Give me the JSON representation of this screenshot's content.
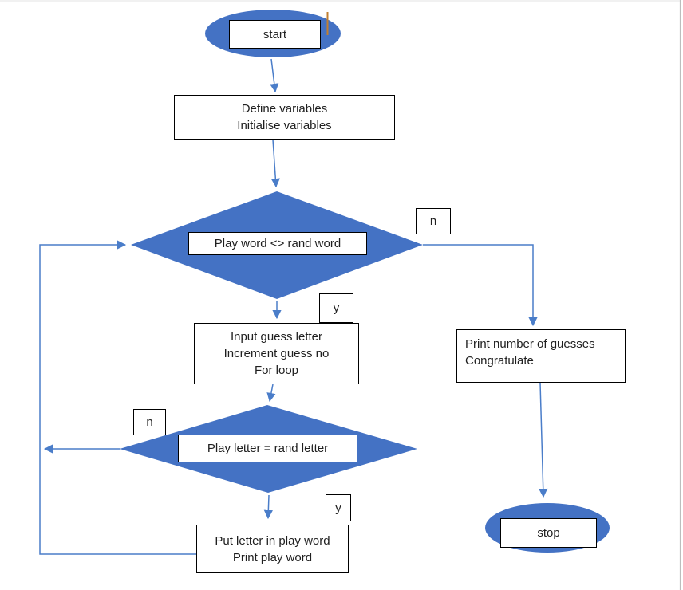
{
  "colors": {
    "shape_fill": "#4472C4",
    "connector": "#4a7dc9",
    "node_border": "#000000",
    "text": "#1f1f1f",
    "cursor": "#c17f31",
    "page_edge": "#bdbdbd",
    "page_edge_top": "#e3e3e3"
  },
  "nodes": {
    "start": {
      "label": "start"
    },
    "define": {
      "lines": [
        "Define variables",
        "Initialise variables"
      ]
    },
    "decision_word": {
      "label": "Play word <> rand word"
    },
    "input_guess": {
      "lines": [
        "Input guess letter",
        "Increment guess no",
        "For loop"
      ]
    },
    "print_guesses": {
      "lines": [
        "Print number of guesses",
        "Congratulate"
      ]
    },
    "decision_letter": {
      "label": "Play letter = rand letter"
    },
    "put_letter": {
      "lines": [
        "Put letter in play word",
        "Print play word"
      ]
    },
    "stop": {
      "label": "stop"
    }
  },
  "branch_labels": {
    "word_no": "n",
    "word_yes": "y",
    "letter_no": "n",
    "letter_yes": "y"
  }
}
